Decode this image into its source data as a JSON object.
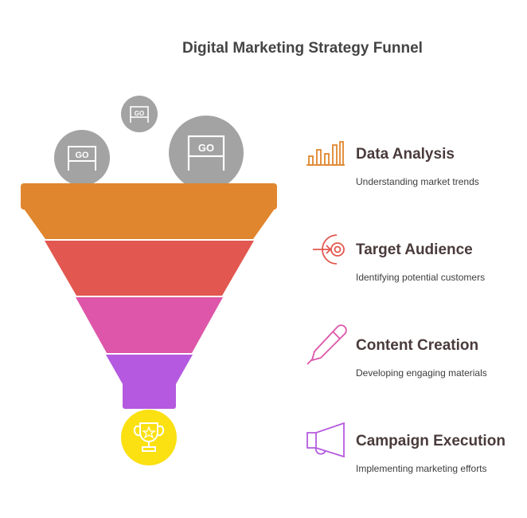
{
  "title": "Digital Marketing Strategy Funnel",
  "go_signs": [
    "GO",
    "GO",
    "GO"
  ],
  "colors": {
    "layer1": "#e0862e",
    "layer2": "#e2574f",
    "layer3": "#dd56a9",
    "layer4": "#b55ae0",
    "trophy": "#fbe012",
    "ball": "#a3a3a3"
  },
  "stages": [
    {
      "title": "Data Analysis",
      "description": "Understanding market trends",
      "icon": "bar-chart-icon",
      "color": "#e0862e"
    },
    {
      "title": "Target Audience",
      "description": "Identifying potential customers",
      "icon": "target-icon",
      "color": "#e2574f"
    },
    {
      "title": "Content Creation",
      "description": "Developing engaging materials",
      "icon": "pen-icon",
      "color": "#dd56a9"
    },
    {
      "title": "Campaign Execution",
      "description": "Implementing marketing efforts",
      "icon": "megaphone-icon",
      "color": "#b55ae0"
    }
  ]
}
